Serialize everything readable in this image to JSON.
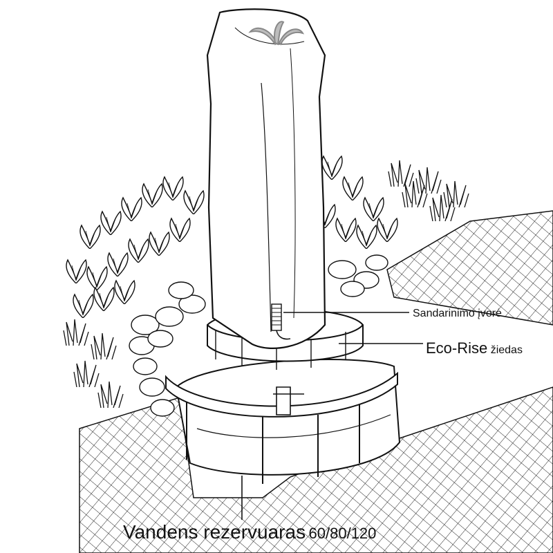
{
  "labels": {
    "seal": "Sandarinimo įvorė",
    "ring_name": "Eco-Rise",
    "ring_suffix": "žiedas",
    "reservoir_name": "Vandens rezervuaras",
    "reservoir_sizes": "60/80/120"
  },
  "colors": {
    "line": "#111111",
    "background": "#ffffff",
    "water": "#bdbdbd"
  }
}
